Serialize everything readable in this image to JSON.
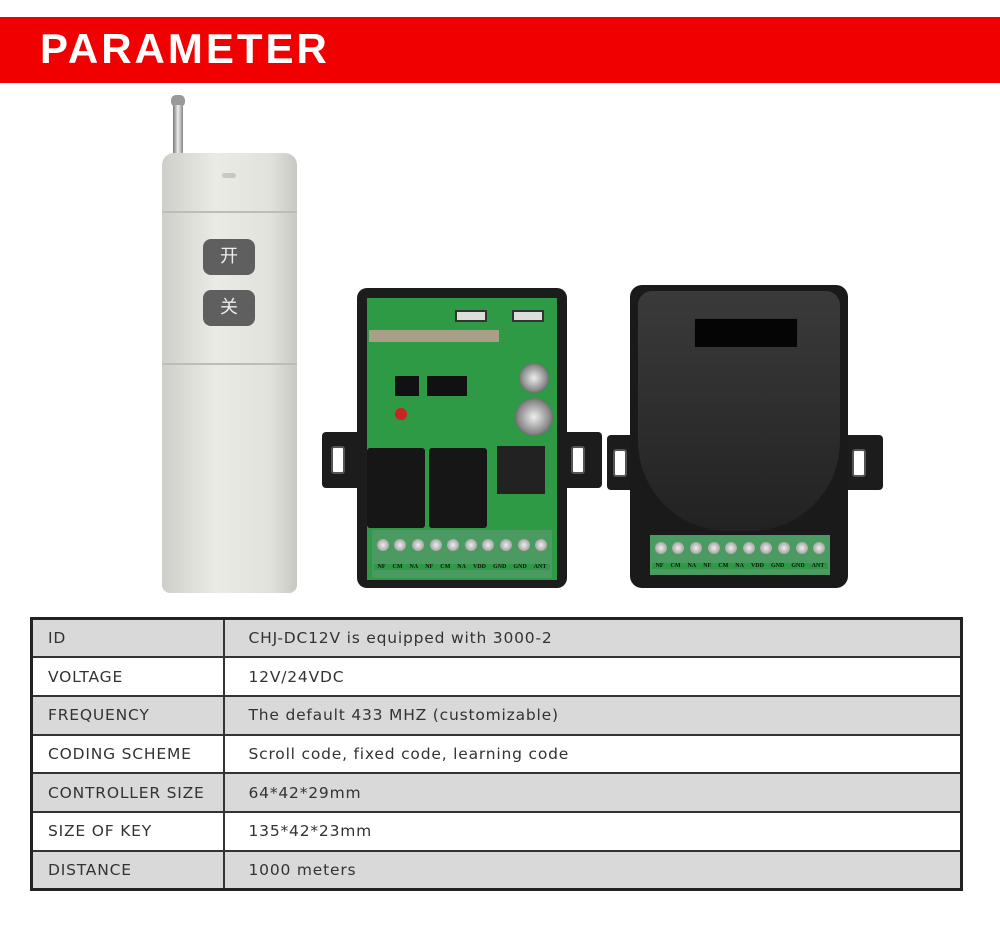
{
  "header": {
    "title": "PARAMETER"
  },
  "remote": {
    "button_on": "开",
    "button_off": "关"
  },
  "terminal_labels": [
    "NF",
    "CM",
    "NA",
    "NF",
    "CM",
    "NA",
    "VDD",
    "GND",
    "GND",
    "ANT"
  ],
  "specs": [
    {
      "label": "ID",
      "value": "CHJ-DC12V is equipped with 3000-2"
    },
    {
      "label": "VOLTAGE",
      "value": "12V/24VDC"
    },
    {
      "label": "FREQUENCY",
      "value": "The default 433 MHZ (customizable)"
    },
    {
      "label": "CODING SCHEME",
      "value": "Scroll code, fixed code, learning code"
    },
    {
      "label": "CONTROLLER SIZE",
      "value": "64*42*29mm"
    },
    {
      "label": "SIZE OF KEY",
      "value": "135*42*23mm"
    },
    {
      "label": "DISTANCE",
      "value": "1000 meters"
    }
  ],
  "colors": {
    "banner": "#f00000",
    "row_alt": "#d9d9d9"
  }
}
